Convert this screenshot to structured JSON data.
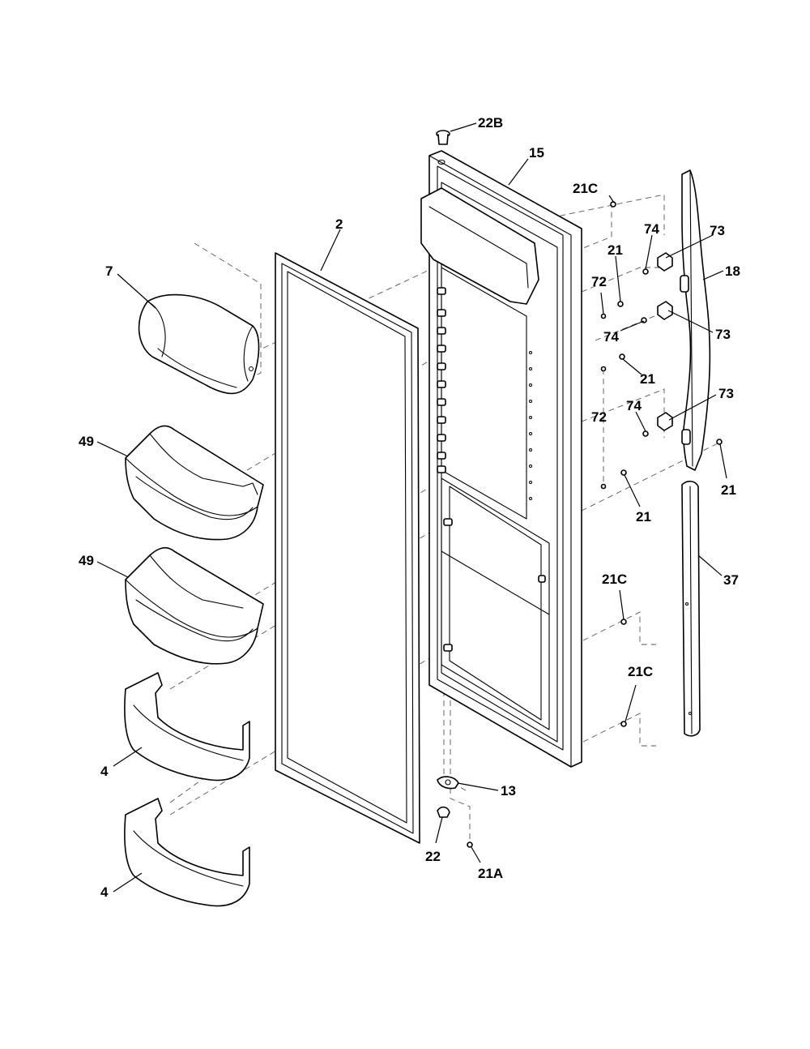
{
  "diagram": {
    "type": "exploded-parts-diagram",
    "callouts": {
      "c22b": "22B",
      "c15": "15",
      "c21c_top": "21C",
      "c2": "2",
      "c74_a": "74",
      "c73_a": "73",
      "c21_a": "21",
      "c18": "18",
      "c7": "7",
      "c72_a": "72",
      "c74_b": "74",
      "c73_b": "73",
      "c21_b": "21",
      "c49_a": "49",
      "c74_c": "74",
      "c73_c": "73",
      "c72_b": "72",
      "c21_c": "21",
      "c21_d": "21",
      "c49_b": "49",
      "c21c_mid": "21C",
      "c37": "37",
      "c21c_low": "21C",
      "c4_a": "4",
      "c13": "13",
      "c22": "22",
      "c21a": "21A",
      "c4_b": "4"
    }
  }
}
